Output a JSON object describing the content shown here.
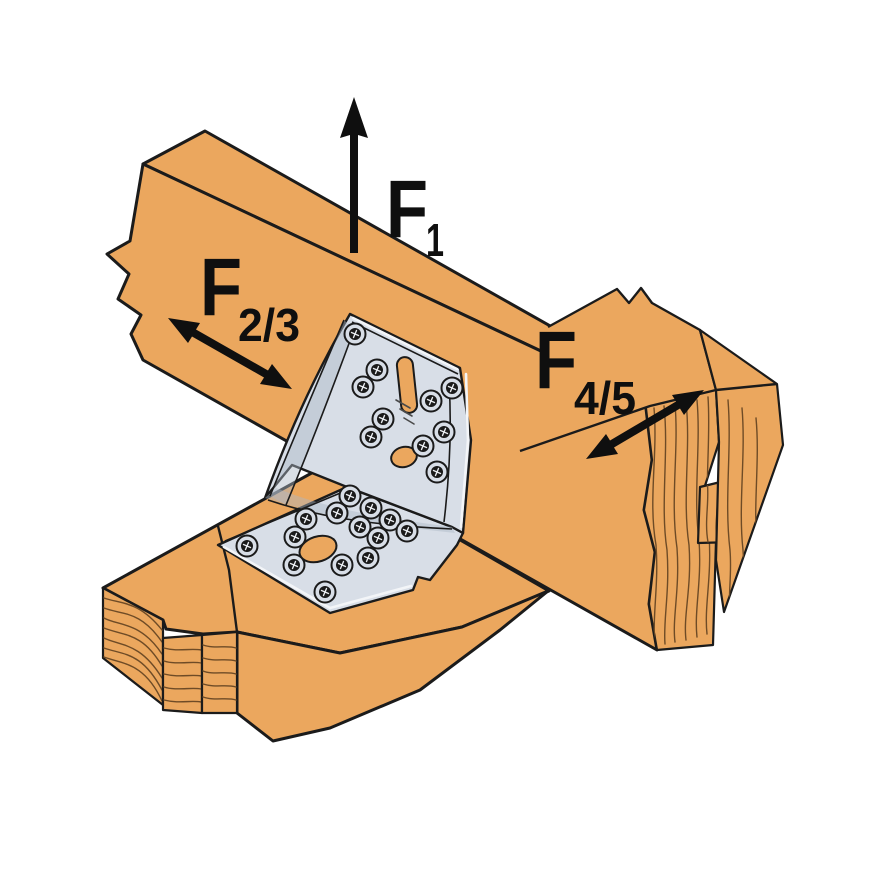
{
  "forces": {
    "f1": {
      "symbol": "F",
      "subscript": "1"
    },
    "f23": {
      "symbol": "F",
      "subscript": "2/3"
    },
    "f45": {
      "symbol": "F",
      "subscript": "4/5"
    }
  },
  "colors": {
    "background": "#FFFFFF",
    "wood": "#EBA75E",
    "outline": "#1B1B1B",
    "steel": "#D8DEE7",
    "steel_highlight": "#F3F5F8",
    "steel_shade": "#AEB8C6",
    "grain": "#6E4B26",
    "arrow": "#0F0F0F"
  }
}
